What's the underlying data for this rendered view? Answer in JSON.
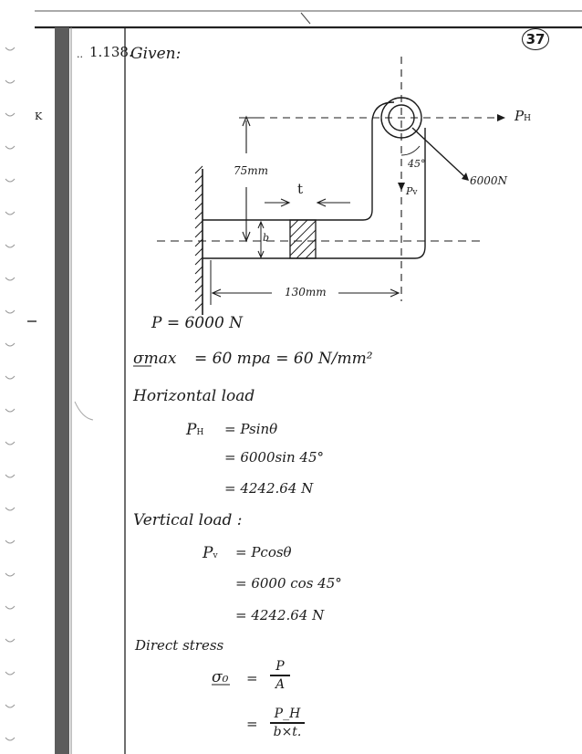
{
  "page": {
    "problem_number": "1.138.",
    "heading": "Given:",
    "page_badge": "37"
  },
  "diagram": {
    "label_ph": "P",
    "label_ph_sub": "H",
    "label_force": "6000N",
    "label_angle": "45°",
    "label_pv": "P",
    "label_pv_sub": "v",
    "label_75": "75mm",
    "label_t": "t",
    "label_b": "b",
    "label_130": "130mm"
  },
  "solution": {
    "given_p": "P = 6000 N",
    "sigma_max_lhs": "σmax",
    "sigma_max_rhs": "= 60 mpa = 60 N/mm²",
    "horizontal_heading": "Horizontal load",
    "ph_lhs": "P",
    "ph_lhs_sub": "H",
    "ph_eq1": "= Psinθ",
    "ph_eq2": "= 6000sin 45°",
    "ph_eq3": "= 4242.64 N",
    "vertical_heading": "Vertical load :",
    "pv_lhs": "P",
    "pv_lhs_sub": "v",
    "pv_eq1": "= Pcosθ",
    "pv_eq2": "= 6000 cos 45°",
    "pv_eq3": "= 4242.64 N",
    "direct_heading": "Direct stress",
    "sigma0_lhs": "σ₀",
    "eq_sign_1": "=",
    "frac1_num": "P",
    "frac1_den": "A",
    "eq_sign_2": "=",
    "frac2_num": "P_H",
    "frac2_den": "b×t."
  }
}
